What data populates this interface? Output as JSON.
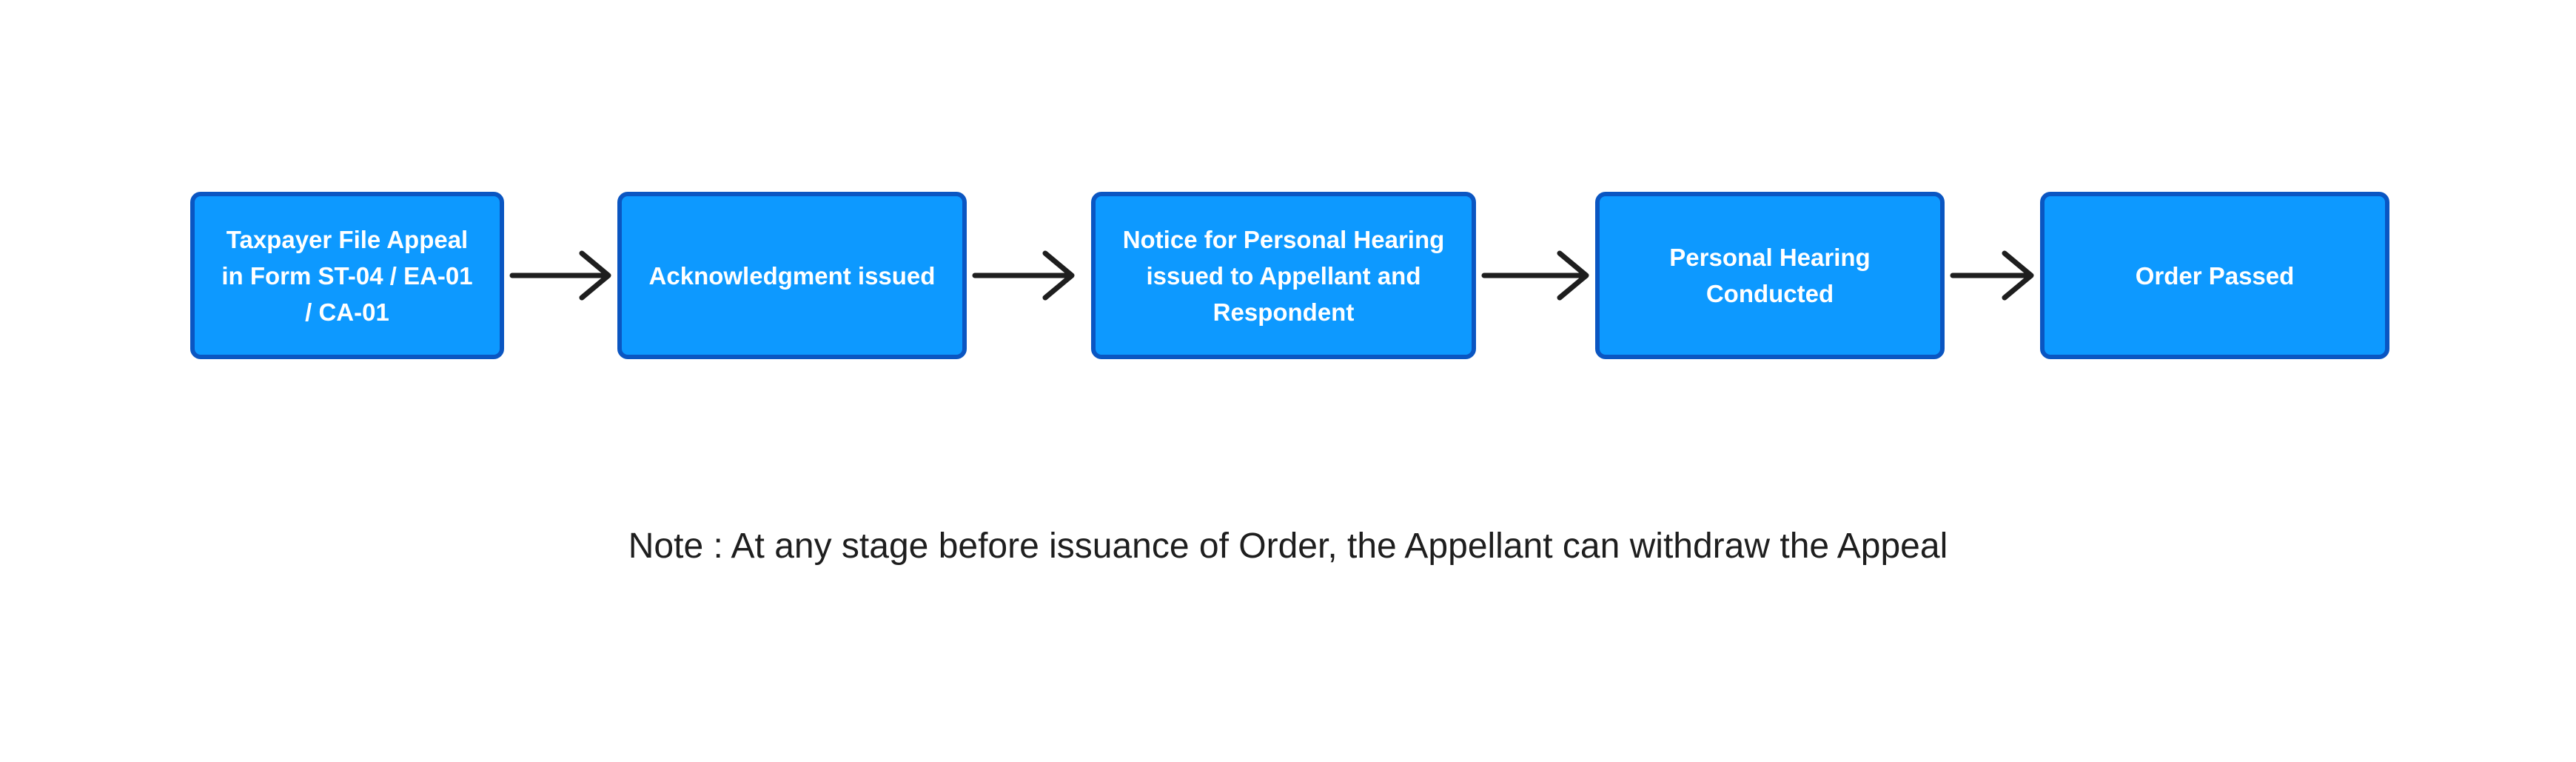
{
  "diagram": {
    "steps": [
      {
        "label": "Taxpayer File Appeal in Form ST-04 / EA-01 / CA-01"
      },
      {
        "label": "Acknowledgment issued"
      },
      {
        "label": "Notice for Personal Hearing issued to Appellant and Respondent"
      },
      {
        "label": "Personal Hearing Conducted"
      },
      {
        "label": "Order Passed"
      }
    ],
    "note": "Note : At any stage before issuance of Order, the Appellant can withdraw the Appeal"
  },
  "colors": {
    "box_fill": "#0d99ff",
    "box_border": "#0a56c2",
    "box_text": "#ffffff",
    "arrow": "#1e1e1e",
    "note_text": "#1e1e1e"
  }
}
